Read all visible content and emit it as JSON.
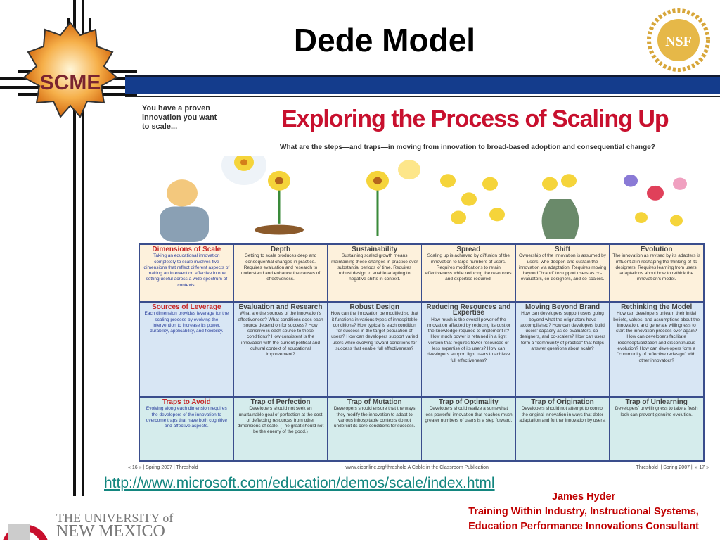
{
  "slide": {
    "title": "Dede Model",
    "link": "http://www.microsoft.com/education/demos/scale/index.html",
    "credit": {
      "name": "James Hyder",
      "line1": "Training Within Industry, Instructional Systems,",
      "line2": "Education Performance Innovations Consultant"
    }
  },
  "logos": {
    "scme": "SCME",
    "nsf": "NSF",
    "unm_line1": "THE UNIVERSITY of",
    "unm_line2": "NEW MEXICO"
  },
  "colors": {
    "bar": "#143c8c",
    "title_red": "#c8102e",
    "link": "#13867f",
    "credit": "#c00000"
  },
  "infographic": {
    "intro": "You have a proven innovation you want to scale...",
    "title": "Exploring the Process of Scaling Up",
    "subtitle": "What are the steps—and traps—in moving from innovation to broad-based adoption and consequential change?",
    "rows": [
      [
        {
          "h": "Dimensions of Scale",
          "p": "Taking an educational innovation completely to scale involves five dimensions that reflect different aspects of making an intervention effective in one setting useful across a wide spectrum of contexts."
        },
        {
          "h": "Depth",
          "p": "Getting to scale produces deep and consequential changes in practice. Requires evaluation and research to understand and enhance the causes of effectiveness."
        },
        {
          "h": "Sustainability",
          "p": "Sustaining scaled growth means maintaining these changes in practice over substantial periods of time. Requires robust design to enable adapting to negative shifts in context."
        },
        {
          "h": "Spread",
          "p": "Scaling up is achieved by diffusion of the innovation to large numbers of users. Requires modifications to retain effectiveness while reducing the resources and expertise required."
        },
        {
          "h": "Shift",
          "p": "Ownership of the innovation is assumed by users, who deepen and sustain the innovation via adaptation. Requires moving beyond \"brand\" to support users as co-evaluators, co-designers, and co-scalers."
        },
        {
          "h": "Evolution",
          "p": "The innovation as revised by its adapters is influential in reshaping the thinking of its designers. Requires learning from users' adaptations about how to rethink the innovation's model."
        }
      ],
      [
        {
          "h": "Sources of Leverage",
          "p": "Each dimension provides leverage for the scaling process by evolving the intervention to increase its power, durability, applicability, and flexibility."
        },
        {
          "h": "Evaluation and Research",
          "p": "What are the sources of the innovation's effectiveness? What conditions does each source depend on for success? How sensitive is each source to these conditions? How consistent is the innovation with the current political and cultural context of educational improvement?"
        },
        {
          "h": "Robust Design",
          "p": "How can the innovation be modified so that it functions in various types of inhospitable conditions? How typical is each condition for success in the target population of users? How can developers support varied users while evolving toward conditions for success that enable full effectiveness?"
        },
        {
          "h": "Reducing Resources and Expertise",
          "p": "How much is the overall power of the innovation affected by reducing its cost or the knowledge required to implement it? How much power is retained in a light version that requires fewer resources or less expertise of its users? How can developers support light users to achieve full effectiveness?"
        },
        {
          "h": "Moving Beyond Brand",
          "p": "How can developers support users going beyond what the originators have accomplished? How can developers build users' capacity as co-evaluators, co-designers, and co-scalers? How can users form a \"community of practice\" that helps answer questions about scale?"
        },
        {
          "h": "Rethinking the Model",
          "p": "How can developers unlearn their initial beliefs, values, and assumptions about the innovation, and generate willingness to start the innovation process over again? How can developers facilitate reconceptualization and discontinuous evolution? How can developers form a \"community of reflective redesign\" with other innovators?"
        }
      ],
      [
        {
          "h": "Traps to Avoid",
          "p": "Evolving along each dimension requires the developers of the innovation to overcome traps that have both cognitive and affective aspects."
        },
        {
          "h": "Trap of Perfection",
          "p": "Developers should not seek an unattainable goal of perfection at the cost of deflecting resources from other dimensions of scale. (The great should not be the enemy of the good.)"
        },
        {
          "h": "Trap of Mutation",
          "p": "Developers should ensure that the ways they modify the innovation to adapt to various inhospitable contexts do not undercut its core conditions for success."
        },
        {
          "h": "Trap of Optimality",
          "p": "Developers should realize a somewhat less powerful innovation that reaches much greater numbers of users is a step forward."
        },
        {
          "h": "Trap of Origination",
          "p": "Developers should not attempt to control the original innovation in ways that deter adaptation and further innovation by users."
        },
        {
          "h": "Trap of Unlearning",
          "p": "Developers' unwillingness to take a fresh look can prevent genuine evolution."
        }
      ]
    ],
    "footer": {
      "left": "« 16 » | Spring 2007 | Threshold",
      "center": "www.ciconline.org/threshold    A Cable in the Classroom Publication",
      "right": "Threshold || Spring 2007 || « 17 »"
    }
  }
}
